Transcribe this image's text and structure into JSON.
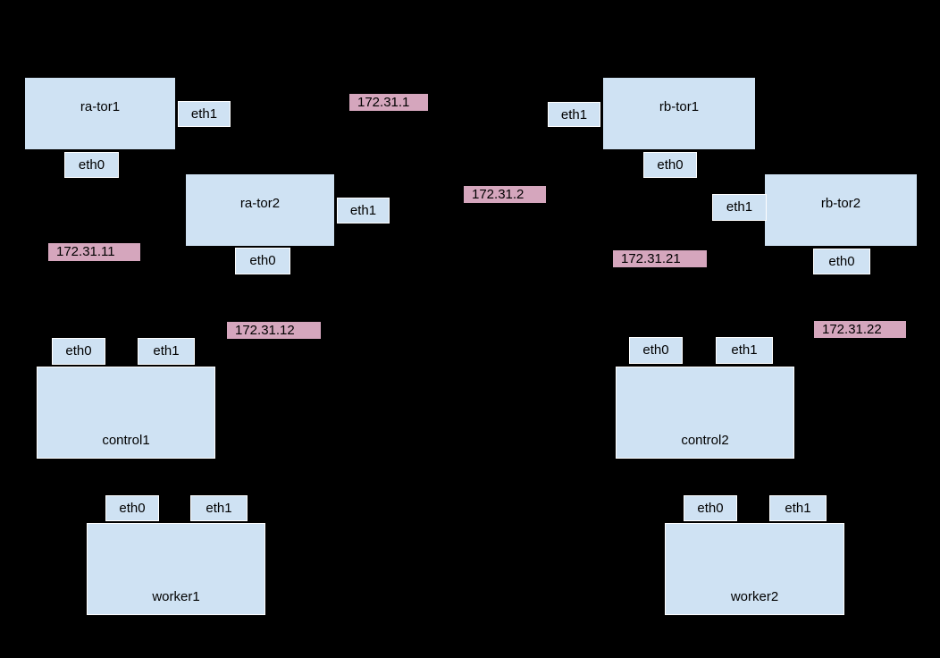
{
  "diagram_type": "network-topology",
  "colors": {
    "background": "#000000",
    "node_fill": "#cfe2f3",
    "node_border": "#000000",
    "host_border": "#ffffff",
    "port_border": "#ffffff",
    "ip_fill": "#d5a6bd",
    "text": "#000000"
  },
  "nodes": {
    "ra_tor1": "ra-tor1",
    "ra_tor2": "ra-tor2",
    "rb_tor1": "rb-tor1",
    "rb_tor2": "rb-tor2",
    "control1": "control1",
    "control2": "control2",
    "worker1": "worker1",
    "worker2": "worker2"
  },
  "port_labels": {
    "eth0": "eth0",
    "eth1": "eth1"
  },
  "ip_labels": {
    "net_1": "172.31.1",
    "net_2": "172.31.2",
    "net_11": "172.31.11",
    "net_12": "172.31.12",
    "net_21": "172.31.21",
    "net_22": "172.31.22"
  }
}
